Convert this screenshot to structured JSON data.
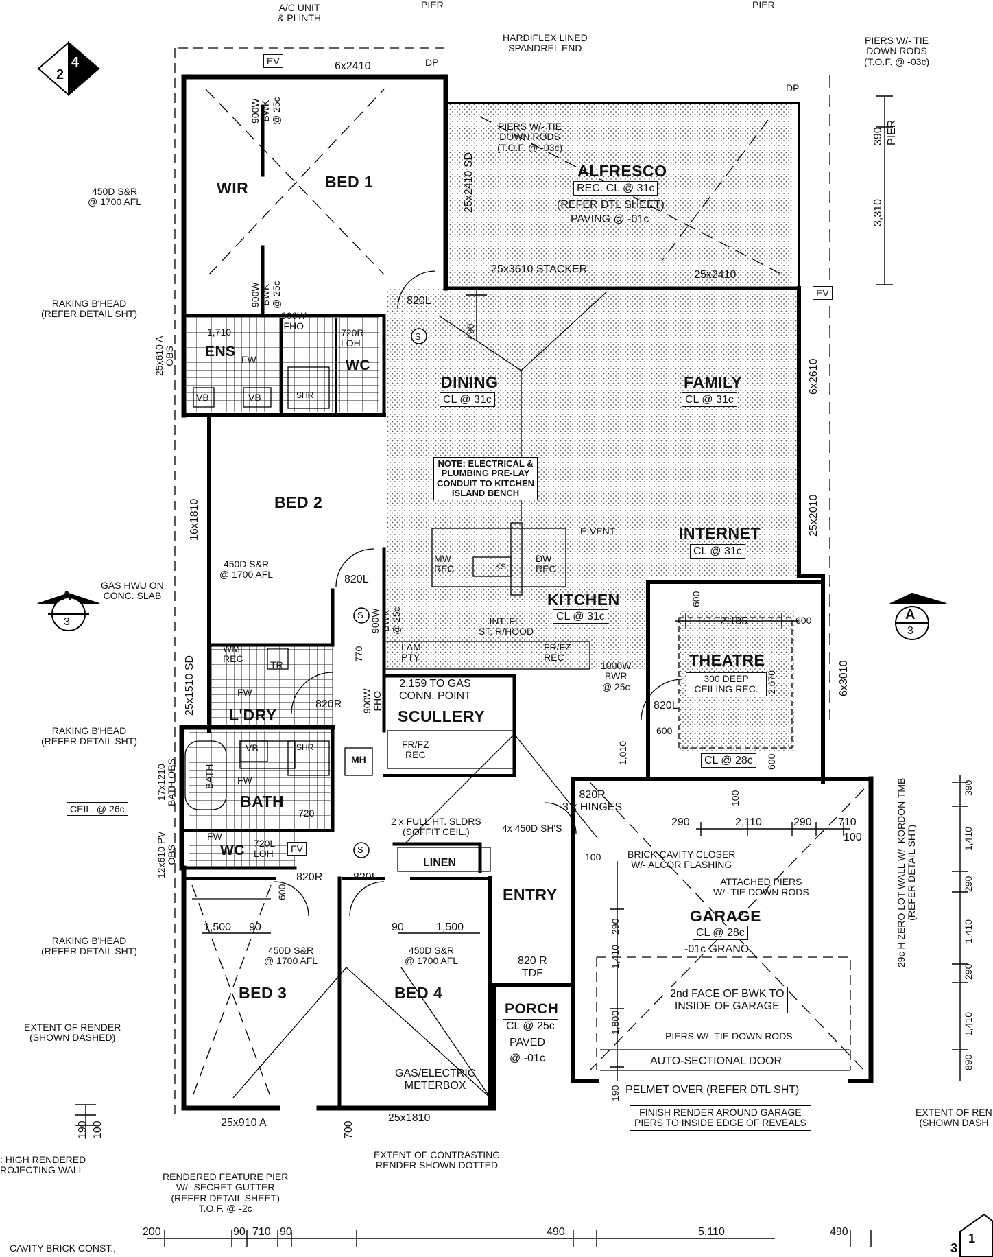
{
  "rooms": {
    "wir": "WIR",
    "bed1": "BED 1",
    "alfresco": "ALFRESCO",
    "alfresco_cl": "REC. CL @ 31c",
    "alfresco_ref": "(REFER DTL SHEET)",
    "alfresco_paving": "PAVING @ -01c",
    "ens": "ENS",
    "wc1": "WC",
    "dining": "DINING",
    "dining_cl": "CL @ 31c",
    "family": "FAMILY",
    "family_cl": "CL @ 31c",
    "bed2": "BED 2",
    "internet": "INTERNET",
    "internet_cl": "CL @ 31c",
    "kitchen": "KITCHEN",
    "kitchen_cl": "CL @ 31c",
    "theatre": "THEATRE",
    "theatre_rec": "300 DEEP CEILING REC.",
    "theatre_cl": "CL @ 28c",
    "ldry": "L'DRY",
    "scullery": "SCULLERY",
    "bath": "BATH",
    "wc2": "WC",
    "linen": "LINEN",
    "entry": "ENTRY",
    "garage": "GARAGE",
    "garage_cl": "CL @ 28c",
    "garage_floor": "-01c GRANO",
    "bed3": "BED 3",
    "bed4": "BED 4",
    "porch": "PORCH",
    "porch_cl": "CL @ 25c",
    "porch_paved": "PAVED",
    "porch_level": "@ -01c"
  },
  "notes": {
    "ac_unit": "A/C UNIT\n& PLINTH",
    "pier_top_left": "PIER",
    "pier_top_right": "PIER",
    "hardiflex": "HARDIFLEX LINED\nSPANDREL END",
    "piers_tie_top": "PIERS W/- TIE\nDOWN RODS\n(T.O.F. @ -03c)",
    "piers_tie_alfresco": "PIERS W/- TIE\nDOWN RODS\n(T.O.F. @ -03c)",
    "sr_450d_1": "450D S&R\n@ 1700 AFL",
    "raking_1": "RAKING B'HEAD\n(REFER DETAIL SHT)",
    "kitchen_note": "NOTE: ELECTRICAL &\nPLUMBING PRE-LAY\nCONDUIT TO KITCHEN\nISLAND BENCH",
    "event": "E-VENT",
    "int_fl": "INT. FL.\nST. R/HOOD",
    "gas_hwu": "GAS HWU ON\nCONC. SLAB",
    "sr_450d_2": "450D S&R\n@ 1700 AFL",
    "gas_conn": "2,159 TO GAS\nCONN. POINT",
    "raking_2": "RAKING B'HEAD\n(REFER DETAIL SHT)",
    "ceil_26c": "CEIL. @ 26c",
    "sldrs": "2 x FULL HT. SLDRS\n(SOFFIT CEIL.)",
    "sh_450d": "4x 450D SH'S",
    "brick_closer": "BRICK CAVITY CLOSER\nW/- ALCOR FLASHING",
    "attached_piers": "ATTACHED PIERS\nW/- TIE DOWN RODS",
    "hinges": "820R\n3 x HINGES",
    "raking_3": "RAKING B'HEAD\n(REFER DETAIL SHT)",
    "sr_450d_3": "450D S&R\n@ 1700 AFL",
    "sr_450d_4": "450D S&R\n@ 1700 AFL",
    "tdf": "820 R\nTDF",
    "bwk_face": "2nd FACE OF BWK TO\nINSIDE OF GARAGE",
    "piers_tie_garage": "PIERS W/- TIE DOWN RODS",
    "auto_door": "AUTO-SECTIONAL DOOR",
    "pelmet": "PELMET OVER (REFER DTL SHT)",
    "finish_render": "FINISH RENDER AROUND GARAGE\nPIERS TO INSIDE EDGE OF REVEALS",
    "extent_render_left": "EXTENT OF RENDER\n(SHOWN DASHED)",
    "extent_render_right": "EXTENT OF REN\n(SHOWN DASH",
    "meterbox": "GAS/ELECTRIC\nMETERBOX",
    "high_rendered": ": HIGH RENDERED\nROJECTING WALL",
    "feature_pier": "RENDERED FEATURE PIER\nW/- SECRET GUTTER\n(REFER DETAIL SHEET)\nT.O.F. @ -2c",
    "contrasting": "EXTENT OF CONTRASTING\nRENDER SHOWN DOTTED",
    "cavity": "CAVITY BRICK CONST.,",
    "zero_lot": "29c H ZERO LOT WALL W/- KORDON-TMB\n(REFER DETAIL SHT)"
  },
  "fixtures": {
    "ev1": "EV",
    "dp": "DP",
    "vb": "VB",
    "fw": "FW",
    "shr": "SHR",
    "mw_rec": "MW\nREC",
    "ks": "KS",
    "dw_rec": "DW\nREC",
    "lam_pty": "LAM\nPTY",
    "frfz_rec": "FR/FZ\nREC",
    "wm_rec": "WM\nREC",
    "tr": "TR",
    "mh": "MH",
    "fv": "FV",
    "bath_fix": "BATH",
    "s": "S",
    "sd": "SD"
  },
  "windows": {
    "w_6x2410_top": "6x2410",
    "w_25x2410_sd": "25x2410 SD",
    "w_25x3610": "25x3610 STACKER",
    "w_25x2410": "25x2410",
    "w_6x2610": "6x2610",
    "w_25x2010": "25x2010",
    "w_6x3010": "6x3010",
    "w_25x610": "25x610 A\nOBS",
    "w_16x1810": "16x1810",
    "w_25x1510": "25x1510 SD",
    "w_17x1210": "17x1210\nBATH OBS",
    "w_12x610": "12x610 PV\nOBS",
    "w_25x910": "25x910 A",
    "w_25x1810": "25x1810"
  },
  "doors": {
    "d_820l_1": "820L",
    "d_820l_2": "820L",
    "d_820r_ldry": "820R",
    "d_820l_theatre": "820L",
    "d_820r_bed3": "820R",
    "d_820l_bed4": "820L",
    "d_720r_loh": "720R\nLOH",
    "d_720l_loh": "720L\nLOH",
    "d_720": "720",
    "robe_900w_1": "900W\nBWK\n@ 25c",
    "robe_900w_2": "900W\nBWK\n@ 25c",
    "robe_900w_fho": "900W\nFHO",
    "robe_900w_bwk": "900W\nBWK\n@ 25c",
    "robe_900w_fho2": "900W\nFHO",
    "bwr_1000": "1000W\nBWR\n@ 25c"
  },
  "dimensions": {
    "d_390": "390",
    "d_3310": "3,310",
    "pier_r": "PIER",
    "d_490": "490",
    "d_1710": "1,710",
    "d_770": "770",
    "d_600_a": "600",
    "d_2185": "2,185",
    "d_600_b": "600",
    "d_2670": "2,670",
    "d_600_c": "600",
    "d_600_d": "600",
    "d_1010": "1,010",
    "d_100_a": "100",
    "d_290_a": "290",
    "d_2110": "2,110",
    "d_290_b": "290",
    "d_710_a": "710",
    "d_100_b": "100",
    "d_100_c": "100",
    "d_290_c": "290",
    "d_1410_a": "1,410",
    "d_1800": "1,800",
    "d_190_g": "190",
    "d_600_e": "600",
    "d_1500_a": "1,500",
    "d_90_a": "90",
    "d_90_b": "90",
    "d_1500_b": "1,500",
    "d_190": "190",
    "d_100": "100",
    "d_700": "700",
    "r_390": "390",
    "r_1410_a": "1,410",
    "r_290_a": "290",
    "r_1410_b": "1,410",
    "r_290_b": "290",
    "r_1410_c": "1,410",
    "r_890": "890",
    "b_200": "200",
    "b_90_a": "90",
    "b_710": "710",
    "b_90_b": "90",
    "b_490_a": "490",
    "b_5110": "5,110",
    "b_490_b": "490"
  },
  "section_markers": {
    "a_left": "A",
    "a_left_sheet": "3",
    "a_right": "A",
    "a_right_sheet": "3",
    "elev_tl_a": "2",
    "elev_tl_b": "4",
    "elev_br_a": "3",
    "elev_br_b": "1"
  }
}
